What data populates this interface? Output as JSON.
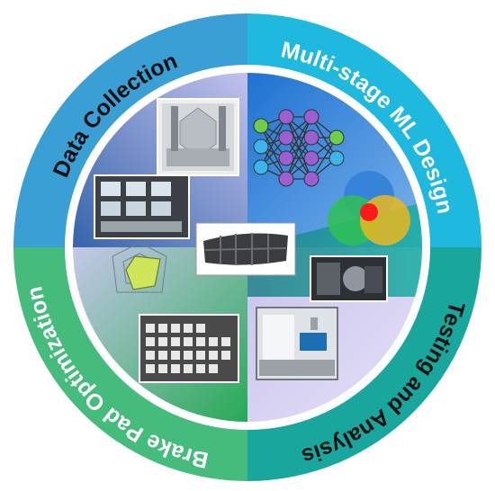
{
  "quadrants": [
    {
      "label": "Data Collection",
      "color": "#3a9fd5",
      "inner_color": "#7a8fc8"
    },
    {
      "label": "Multi-stage ML Design",
      "color": "#22b6dc",
      "inner_color": "#5aa3e4"
    },
    {
      "label": "Testing and Analysis",
      "color": "#1aa39b",
      "inner_color": "#c8c4ea"
    },
    {
      "label": "Brake Pad Optimization",
      "color": "#43b97c",
      "inner_color": "#5bbf78"
    }
  ],
  "icons": {
    "mixer": "industrial-mixer-photo",
    "molds": "brake-pad-molds-photo",
    "network": "neural-network-icon",
    "venn": "venn-diagram-icon",
    "brake_pad": "brake-pad-photo",
    "radar": "radar-chart-icon",
    "samples": "sample-grid-photo",
    "tester": "friction-tester-photo",
    "lab": "laboratory-photo"
  }
}
